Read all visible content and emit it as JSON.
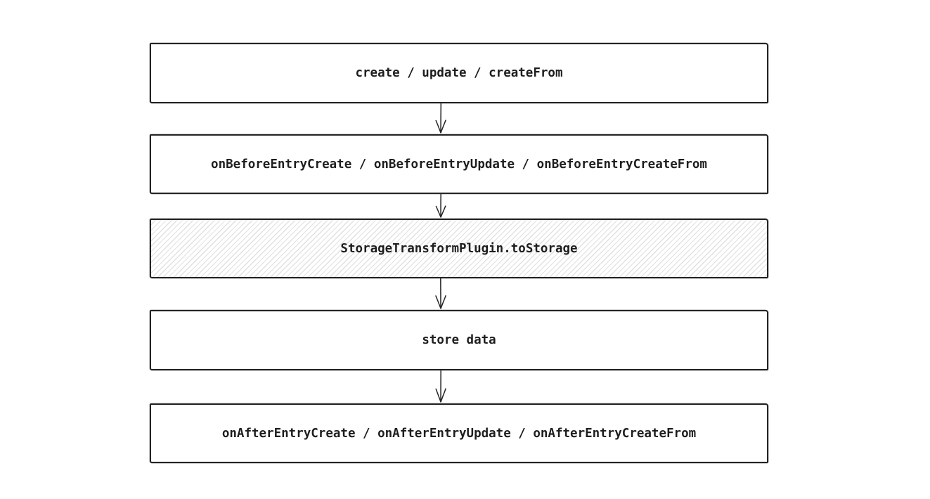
{
  "diagram": {
    "title": "entry create/update lifecycle flow",
    "background_color": "#ffffff",
    "stroke_color": "#242424",
    "text_color": "#1e1e1e",
    "hatch_color": "#e1e1e3",
    "nodes": [
      {
        "id": "operations",
        "label": "create / update / createFrom",
        "fill": "solid"
      },
      {
        "id": "before-hooks",
        "label": "onBeforeEntryCreate / onBeforeEntryUpdate / onBeforeEntryCreateFrom",
        "fill": "solid"
      },
      {
        "id": "storage-transform",
        "label": "StorageTransformPlugin.toStorage",
        "fill": "hachure"
      },
      {
        "id": "store-data",
        "label": "store data",
        "fill": "solid"
      },
      {
        "id": "after-hooks",
        "label": "onAfterEntryCreate / onAfterEntryUpdate / onAfterEntryCreateFrom",
        "fill": "solid"
      }
    ],
    "connections": [
      {
        "from": "operations",
        "to": "before-hooks",
        "style": "arrow-down"
      },
      {
        "from": "before-hooks",
        "to": "storage-transform",
        "style": "arrow-down"
      },
      {
        "from": "storage-transform",
        "to": "store-data",
        "style": "arrow-down"
      },
      {
        "from": "store-data",
        "to": "after-hooks",
        "style": "arrow-down"
      }
    ]
  }
}
